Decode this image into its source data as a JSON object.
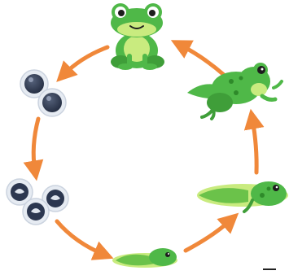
{
  "diagram": {
    "stages": [
      {
        "id": "adult-frog",
        "icon": "adult-frog-icon"
      },
      {
        "id": "eggs",
        "icon": "frog-eggs-icon"
      },
      {
        "id": "embryos",
        "icon": "embryo-eggs-icon"
      },
      {
        "id": "tadpole",
        "icon": "tadpole-icon"
      },
      {
        "id": "tadpole-with-legs",
        "icon": "tadpole-with-legs-icon"
      },
      {
        "id": "froglet",
        "icon": "froglet-icon"
      }
    ],
    "arrow_color": "#F0883A",
    "frog_green": "#4FB848",
    "light_green": "#C9EB7F",
    "egg_dark": "#2C3750"
  }
}
